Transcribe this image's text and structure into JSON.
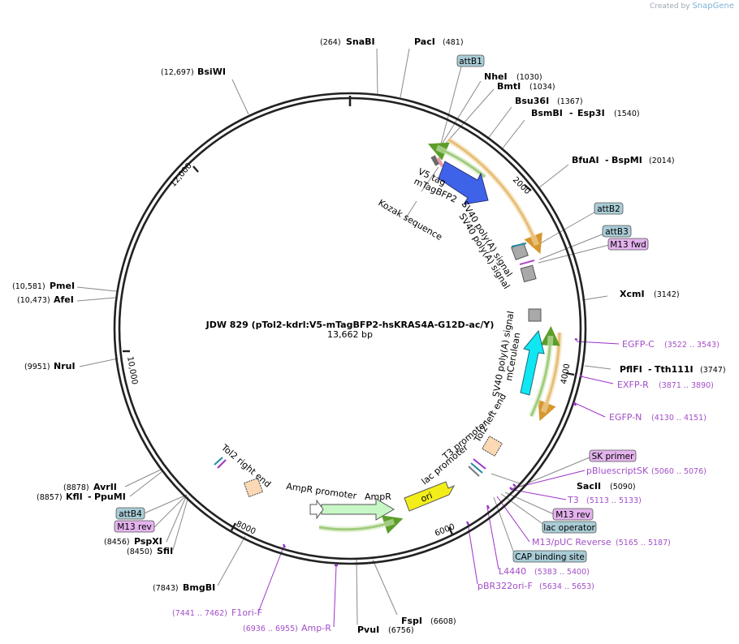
{
  "branding": {
    "created_by": "Created by",
    "app": "SnapGene"
  },
  "plasmid": {
    "name": "JDW 829 (pTol2-kdrl:V5-mTagBFP2-hsKRAS4A-G12D-ac/Y)",
    "length": "13,662 bp"
  },
  "ticks": [
    {
      "label": "2000"
    },
    {
      "label": "4000"
    },
    {
      "label": "6000"
    },
    {
      "label": "8000"
    },
    {
      "label": "10,000"
    },
    {
      "label": "12,000"
    }
  ],
  "enzymes": [
    {
      "name": "SnaBI",
      "pos": "(264)"
    },
    {
      "name": "PacI",
      "pos": "(481)"
    },
    {
      "name": "BsiWI",
      "pos": "(12,697)"
    },
    {
      "name": "NheI",
      "pos": "(1030)"
    },
    {
      "name": "BmtI",
      "pos": "(1034)"
    },
    {
      "name": "Bsu36I",
      "pos": "(1367)"
    },
    {
      "name": "BsmBI",
      "name2": "Esp3I",
      "pos": "(1540)"
    },
    {
      "name": "BfuAI",
      "name2": "BspMI",
      "pos": "(2014)"
    },
    {
      "name": "XcmI",
      "pos": "(3142)"
    },
    {
      "name": "PflFI",
      "name2": "Tth111I",
      "pos": "(3747)"
    },
    {
      "name": "SacII",
      "pos": "(5090)"
    },
    {
      "name": "FspI",
      "pos": "(6608)"
    },
    {
      "name": "PvuI",
      "pos": "(6756)"
    },
    {
      "name": "BmgBI",
      "pos": "(7843)"
    },
    {
      "name": "SfiI",
      "pos": "(8450)"
    },
    {
      "name": "PspXI",
      "pos": "(8456)"
    },
    {
      "name": "KflI",
      "name2": "PpuMI",
      "pos": "(8857)"
    },
    {
      "name": "AvrII",
      "pos": "(8878)"
    },
    {
      "name": "NruI",
      "pos": "(9951)"
    },
    {
      "name": "AfeI",
      "pos": "(10,473)"
    },
    {
      "name": "PmeI",
      "pos": "(10,581)"
    }
  ],
  "primers": [
    {
      "name": "EGFP-C",
      "pos": "(3522 .. 3543)"
    },
    {
      "name": "EXFP-R",
      "pos": "(3871 .. 3890)"
    },
    {
      "name": "EGFP-N",
      "pos": "(4130 .. 4151)"
    },
    {
      "name": "pBluescriptSK",
      "pos": "(5060 .. 5076)"
    },
    {
      "name": "T3",
      "pos": "(5113 .. 5133)"
    },
    {
      "name": "M13/pUC Reverse",
      "pos": "(5165 .. 5187)"
    },
    {
      "name": "L4440",
      "pos": "(5383 .. 5400)"
    },
    {
      "name": "pBR322ori-F",
      "pos": "(5634 .. 5653)"
    },
    {
      "name": "F1ori-F",
      "pos": "(7441 .. 7462)"
    },
    {
      "name": "Amp-R",
      "pos": "(6936 .. 6955)"
    }
  ],
  "boxes": {
    "attB1": "attB1",
    "attB2": "attB2",
    "attB3": "attB3",
    "m13fwd": "M13 fwd",
    "sk_primer": "SK primer",
    "m13rev_right": "M13 rev",
    "lac_operator": "lac operator",
    "cap_site": "CAP binding site",
    "attB4": "attB4",
    "m13rev_left": "M13 rev"
  },
  "features": {
    "v5": "V5 tag",
    "mtagbfp2": "mTagBFP2",
    "kozak": "Kozak sequence",
    "sv40_1": "SV40 poly(A) signal",
    "sv40_2": "SV40 poly(A) signal",
    "sv40_3": "SV40 poly(A) signal",
    "mcerulean": "mCerulean",
    "tol2_left": "Tol2 left end",
    "t3_promoter": "T3 promoter",
    "lac_promoter": "lac promoter",
    "ori": "ori",
    "ampr": "AmpR",
    "ampr_promoter": "AmpR promoter",
    "tol2_right": "Tol2 right end"
  },
  "colors": {
    "backbone": "#222222",
    "enzyme_line": "#8a8a8a",
    "primer": "#9b33c9",
    "primer_box": "#e4b3ee",
    "feature_box": "#a9ccd6",
    "blue_cds": "#3e63e8",
    "cyan_cds": "#11e7f3",
    "ori": "#f3ee1a",
    "ampr": "#c8f7c6",
    "orange_arc": "#d7962e",
    "green_arc": "#5c9e2a"
  }
}
